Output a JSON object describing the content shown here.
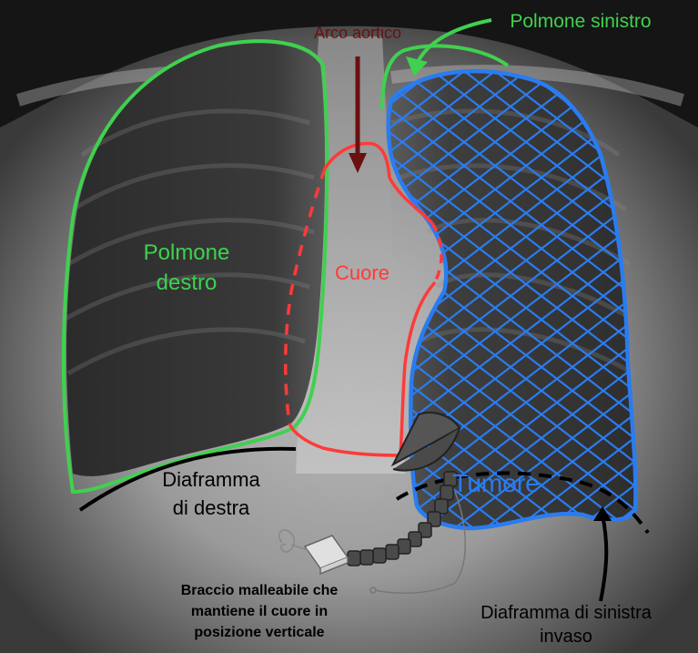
{
  "labels": {
    "aortic_arch": "Arco aortico",
    "left_lung": "Polmone sinistro",
    "right_lung_line1": "Polmone",
    "right_lung_line2": "destro",
    "heart": "Cuore",
    "tumor": "Tumore",
    "right_diaphragm_line1": "Diaframma",
    "right_diaphragm_line2": "di destra",
    "left_diaphragm_line1": "Diaframma di sinistra",
    "left_diaphragm_line2": "invaso",
    "arm_line1": "Braccio malleabile che",
    "arm_line2": "mantiene il cuore in",
    "arm_line3": "posizione verticale"
  },
  "colors": {
    "lung_outline": "#3fd14f",
    "tumor_outline": "#2a7cf0",
    "heart_outline": "#ff3a3a",
    "aorta_arrow": "#6b1010",
    "diaphragm_line": "#000000",
    "arm_segment": "#4a4a4a"
  }
}
